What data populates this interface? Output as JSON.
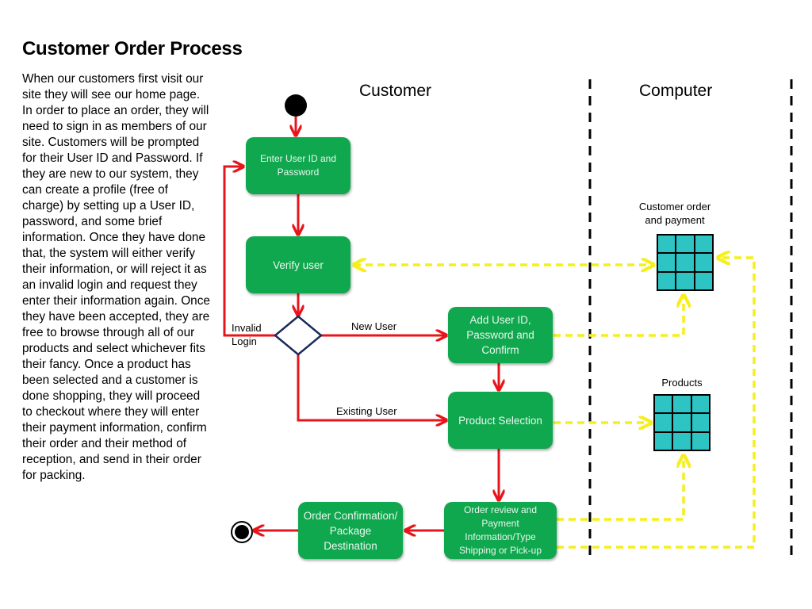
{
  "title": "Customer Order Process",
  "description": "When our customers first visit our site they will see our home page. In order to place an order, they will need to sign in as members of our site. Customers will be prompted for their User ID and Password. If they are new to our system, they can create a profile (free of charge) by setting up a User ID, password, and some brief information. Once they have done that, the system will either verify their information, or will reject it as an invalid login and request they enter their information again. Once they have been accepted, they are free to browse through all of our products and select whichever fits their fancy. Once a product has been selected and a customer is done shopping, they will proceed to checkout where they will enter their payment information, confirm their order and their method of reception, and send in their order for packing.",
  "lanes": {
    "customer": "Customer",
    "computer": "Computer"
  },
  "nodes": {
    "enter_credentials": "Enter User ID and Password",
    "verify_user": "Verify user",
    "add_user": "Add User ID, Password and Confirm",
    "product_selection": "Product Selection",
    "order_review": "Order review and Payment Information/Type Shipping or Pick-up",
    "order_confirmation": "Order Confirmation/ Package Destination"
  },
  "edge_labels": {
    "invalid_login": "Invalid Login",
    "new_user": "New User",
    "existing_user": "Existing User"
  },
  "data_stores": {
    "customer_order": "Customer order and payment",
    "products": "Products"
  },
  "colors": {
    "activity": "#10a84e",
    "control_flow": "#e8141b",
    "data_flow": "#f5ef1a",
    "data_store": "#2ec4c4",
    "decision_border": "#1b2a5c"
  }
}
